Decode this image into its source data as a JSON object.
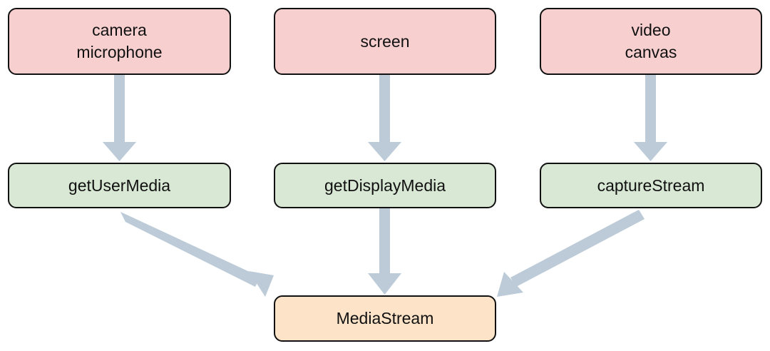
{
  "colors": {
    "source_fill": "#f7cfcf",
    "api_fill": "#d8e8d4",
    "output_fill": "#fde3c8",
    "arrow": "#bccbd7",
    "border": "#111111"
  },
  "sources": [
    {
      "lines": [
        "camera",
        "microphone"
      ]
    },
    {
      "lines": [
        "screen"
      ]
    },
    {
      "lines": [
        "video",
        "canvas"
      ]
    }
  ],
  "apis": [
    {
      "label": "getUserMedia"
    },
    {
      "label": "getDisplayMedia"
    },
    {
      "label": "captureStream"
    }
  ],
  "output": {
    "label": "MediaStream"
  }
}
